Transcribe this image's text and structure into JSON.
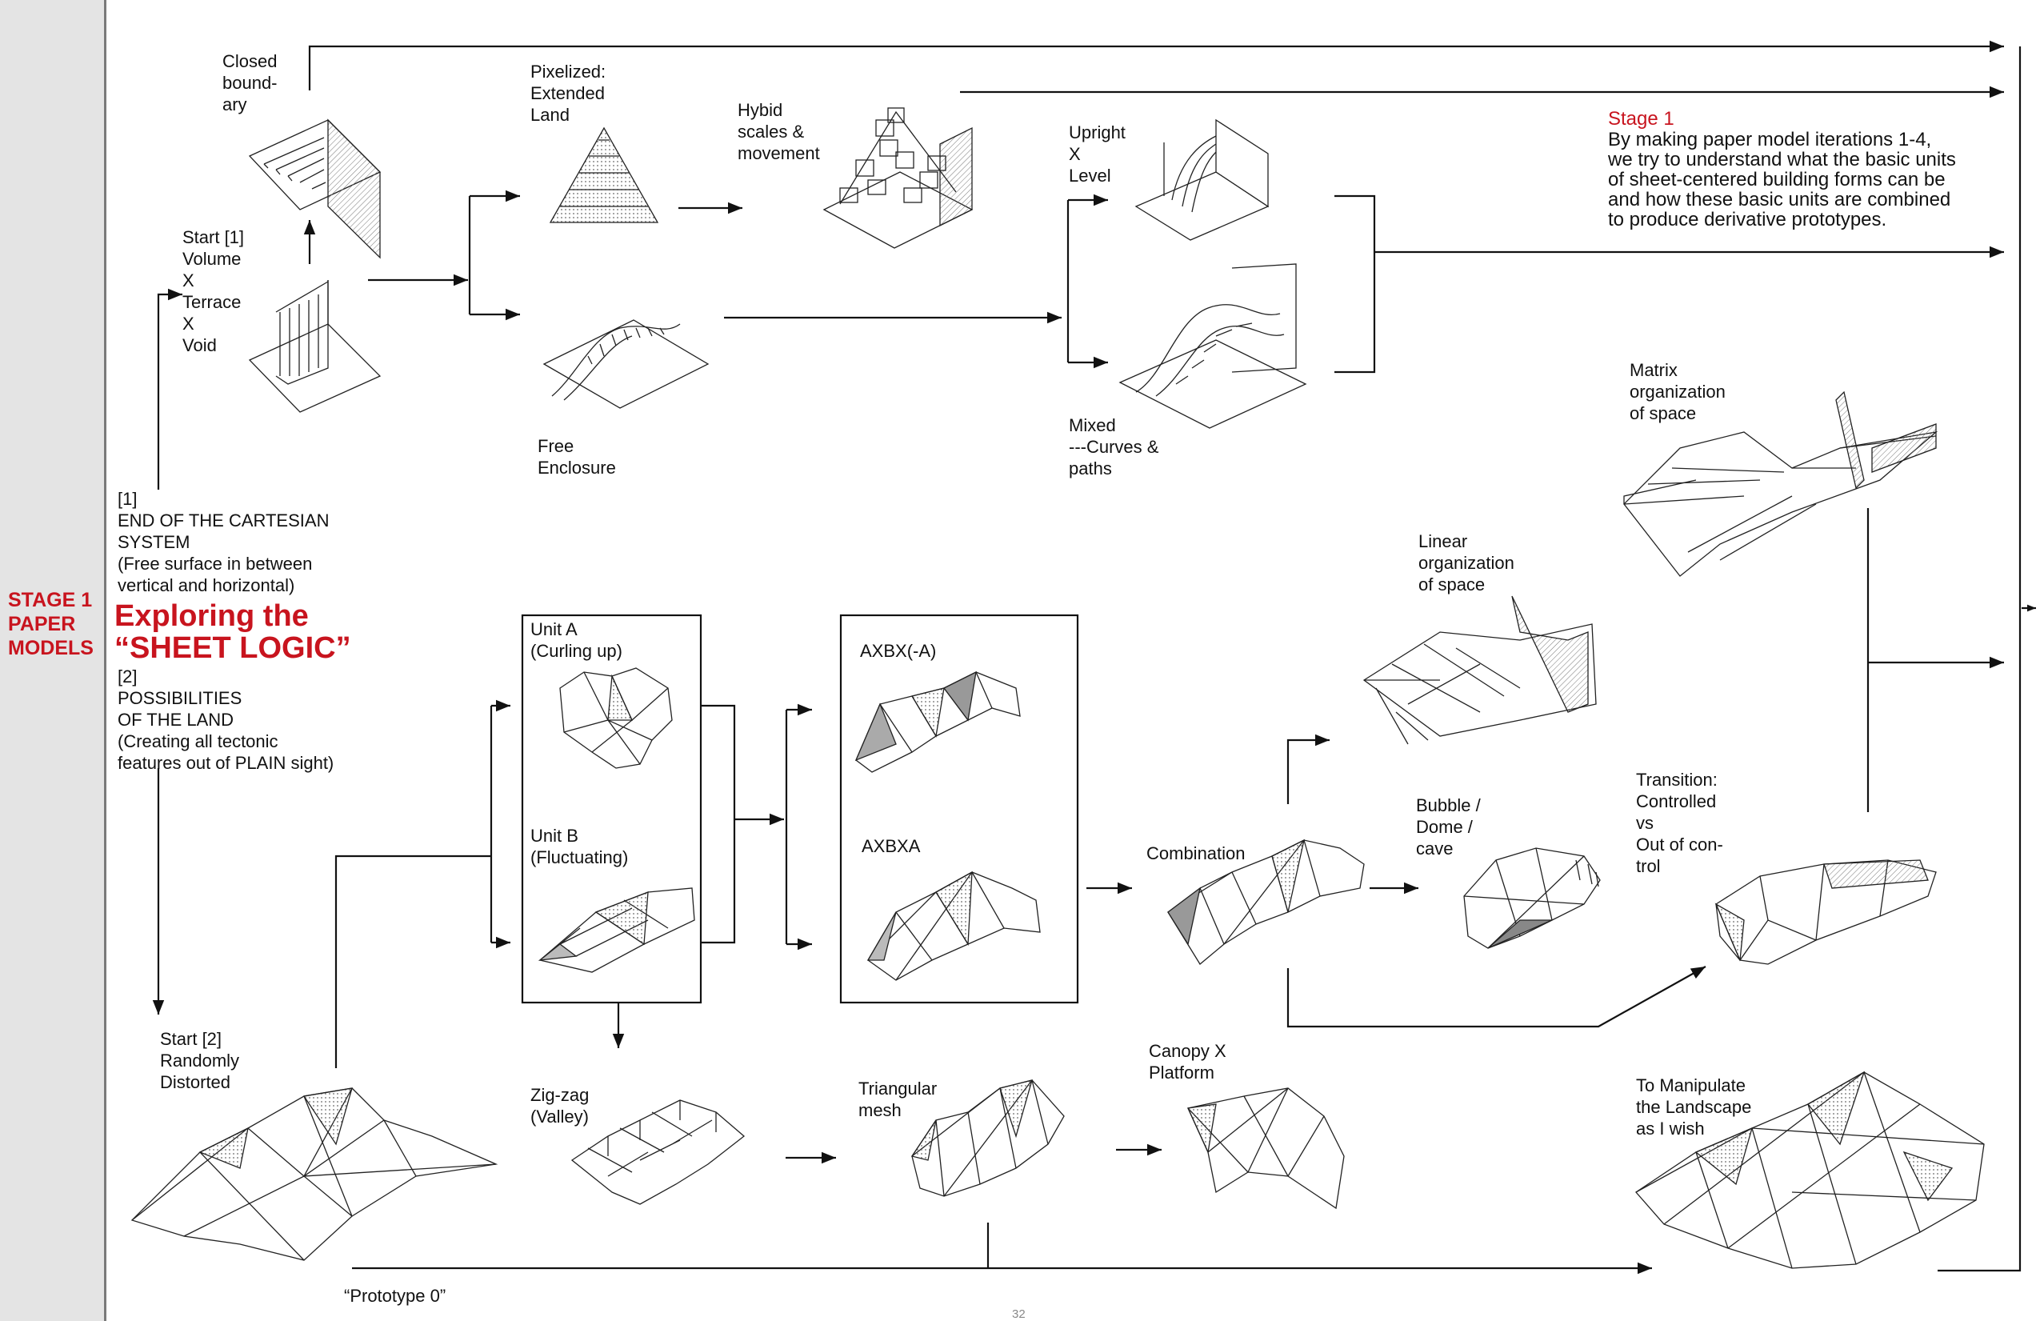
{
  "sidebar": {
    "title": "STAGE 1\nPAPER\nMODELS"
  },
  "heading": {
    "title": "Exploring the\n“SHEET LOGIC”"
  },
  "stage_note": {
    "heading": "Stage 1",
    "body": "By making paper model iterations 1-4,\nwe try to understand what the basic units\nof sheet-centered building forms can be\nand how these basic units are combined\nto produce derivative prototypes."
  },
  "labels": {
    "closed_boundary": "Closed\nbound-\nary",
    "pixelized": "Pixelized:\nExtended\nLand",
    "hybrid": "Hybid\nscales &\nmovement",
    "upright": "Upright\nX\nLevel",
    "start1": "Start [1]\nVolume\nX\nTerrace\nX\nVoid",
    "free_enclosure": "Free\nEnclosure",
    "mixed": "Mixed\n---Curves &\npaths",
    "matrix": "Matrix\norganization\nof space",
    "cartesian": "[1]\nEND OF THE CARTESIAN\nSYSTEM\n(Free surface in between\nvertical and horizontal)",
    "possibilities": "[2]\nPOSSIBILITIES\nOF THE LAND\n(Creating all tectonic\nfeatures out of PLAIN sight)",
    "linear": "Linear\norganization\nof space",
    "unit_a": "Unit A\n(Curling up)",
    "unit_b": "Unit B\n(Fluctuating)",
    "axbx_a": "AXBX(-A)",
    "axbxa": "AXBXA",
    "combination": "Combination",
    "bubble": "Bubble /\nDome /\ncave",
    "transition": "Transition:\nControlled\nvs\nOut of con-\ntrol",
    "start2": "Start [2]\nRandomly\nDistorted",
    "zigzag": "Zig-zag\n(Valley)",
    "triangular": "Triangular\nmesh",
    "canopy": "Canopy X\nPlatform",
    "manipulate": "To Manipulate\nthe Landscape\nas I wish",
    "prototype0": "“Prototype 0”"
  },
  "page_number": "32"
}
